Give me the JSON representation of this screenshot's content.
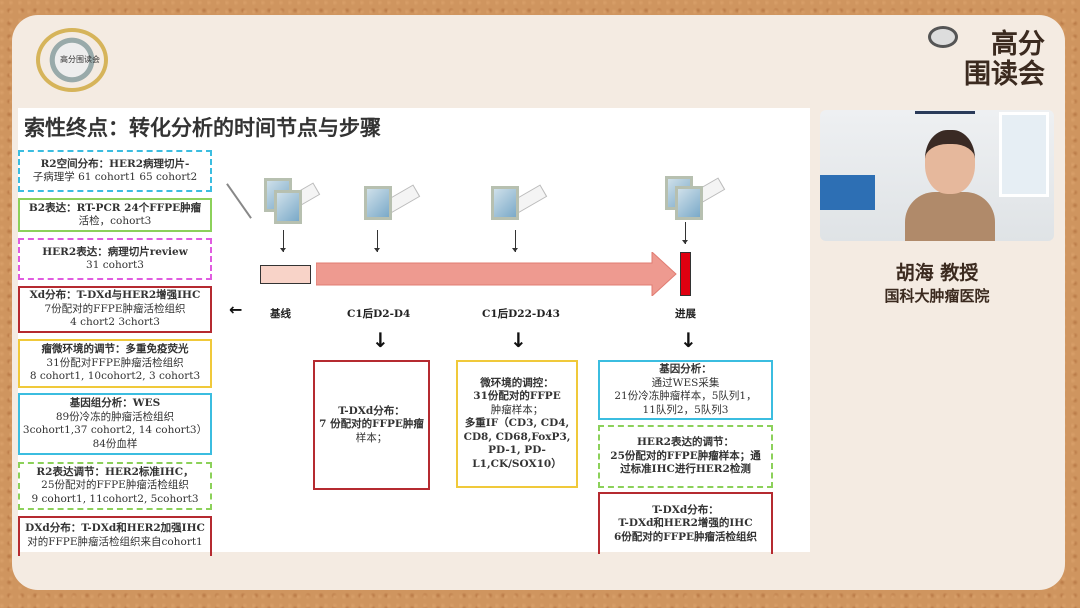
{
  "logo_left": {
    "text": "高分围读会"
  },
  "brand": {
    "line1": "高分",
    "line2": "围读会"
  },
  "slide": {
    "title": "索性终点：转化分析的时间节点与步骤",
    "left_boxes": [
      {
        "l1": "R2空间分布：HER2病理切片-",
        "l2": "子病理学 61 cohort1 65 cohort2"
      },
      {
        "l1": "B2表达：RT-PCR 24个FFPE肿瘤",
        "l2": "活检，cohort3"
      },
      {
        "l1": "HER2表达：病理切片review",
        "l2": "31 cohort3"
      },
      {
        "l1": "Xd分布：T-DXd与HER2增强IHC",
        "l2": "7份配对的FFPE肿瘤活检组织",
        "l3": "4 chort2 3chort3"
      },
      {
        "l1": "瘤微环境的调节：多重免疫荧光",
        "l2": "31份配对FFPE肿瘤活检组织",
        "l3": "8 cohort1, 10cohort2, 3 cohort3"
      },
      {
        "l1": "基因组分析：WES",
        "l2": "89份冷冻的肿瘤活检组织",
        "l3": "3cohort1,37 cohort2, 14 cohort3）",
        "l4": "84份血样"
      },
      {
        "l1": "R2表达调节：HER2标准IHC，",
        "l2": "25份配对的FFPE肿瘤活检组织",
        "l3": "9 cohort1, 11cohort2, 5cohort3"
      },
      {
        "l1": "DXd分布：T-DXd和HER2加强IHC",
        "l2": "对的FFPE肿瘤活检组织来自cohort1"
      }
    ],
    "timeline": {
      "back_arrow": "←",
      "labels": [
        "基线",
        "C1后D2-D4",
        "C1后D22-D43",
        "进展"
      ]
    },
    "mid_boxes": [
      {
        "l1": "T-DXd分布：",
        "l2": "7 份配对的FFPE肿瘤",
        "l3": "样本；"
      },
      {
        "l1": "微环境的调控：",
        "l2": "31份配对的FFPE",
        "l3": "肿瘤样本；",
        "l4": "多重IF（CD3, CD4,",
        "l5": "CD8, CD68,FoxP3,",
        "l6": "PD-1, PD-",
        "l7": "L1,CK/SOX10）"
      }
    ],
    "right_boxes": [
      {
        "l1": "基因分析：",
        "l2": "通过WES采集",
        "l3": "21份冷冻肿瘤样本，5队列1，",
        "l4": "11队列2，5队列3"
      },
      {
        "l1": "HER2表达的调节：",
        "l2": "25份配对的FFPE肿瘤样本；通",
        "l3": "过标准IHC进行HER2检测"
      },
      {
        "l1": "T-DXd分布：",
        "l2": "T-DXd和HER2增强的IHC",
        "l3": "6份配对的FFPE肿瘤活检组织"
      }
    ]
  },
  "speaker": {
    "name": "胡海 教授",
    "affiliation": "国科大肿瘤医院"
  }
}
